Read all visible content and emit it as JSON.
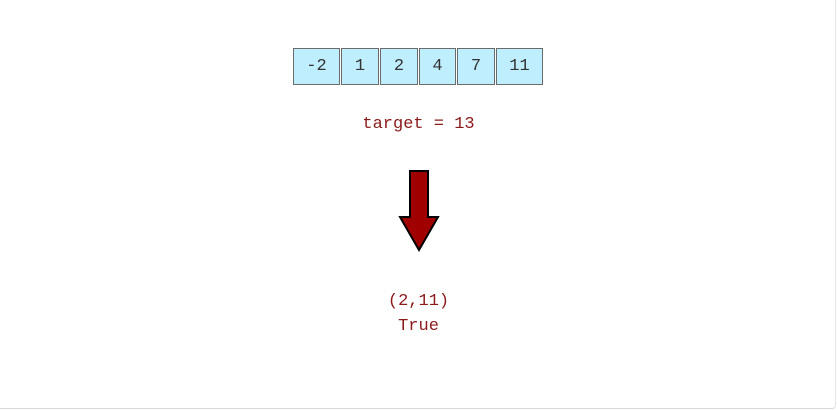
{
  "array": {
    "values": [
      "-2",
      "1",
      "2",
      "4",
      "7",
      "11"
    ],
    "cell_color": "#bfeeff",
    "border_color": "#6b6b6b"
  },
  "target_text": "target = 13",
  "arrow": {
    "icon": "down-arrow-icon",
    "fill_color": "#a00000",
    "stroke_color": "#000000"
  },
  "output": {
    "pair": "(2,11)",
    "result": "True"
  },
  "text_color": "#8b1a1a"
}
